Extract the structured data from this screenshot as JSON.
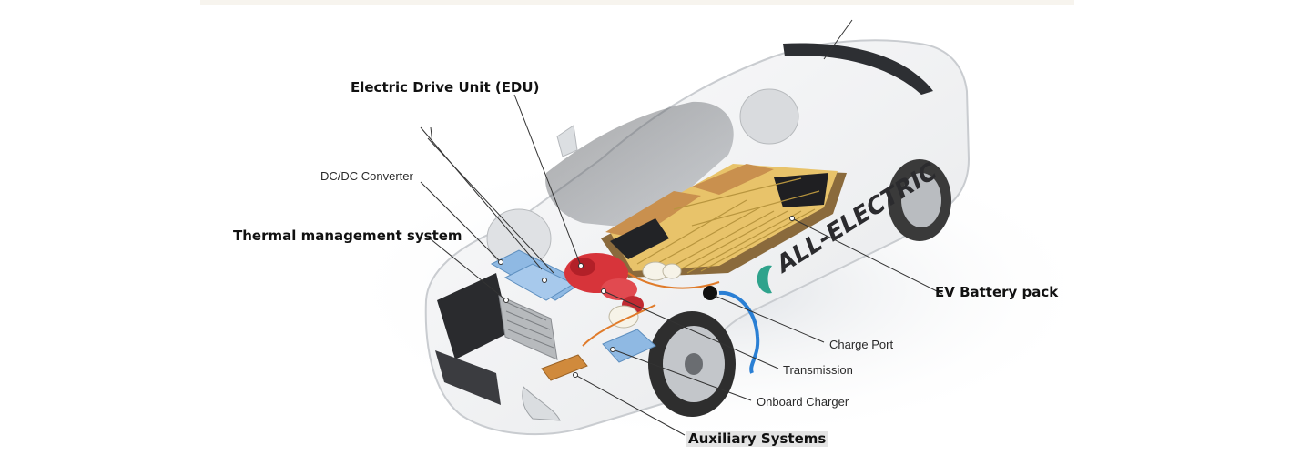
{
  "labels": {
    "edu": "Electric Drive Unit (EDU)",
    "dcdc": "DC/DC Converter",
    "thermal": "Thermal management system",
    "battery": "EV Battery pack",
    "charge_port": "Charge Port",
    "transmission": "Transmission",
    "onboard_charger": "Onboard Charger",
    "auxiliary": "Auxiliary Systems"
  },
  "car_side_text": "ALL-ELECTRIC",
  "colors": {
    "body": "#f4f5f6",
    "outline": "#c9ccd0",
    "battery_yellow": "#e8c36a",
    "battery_tan": "#c9904e",
    "dcdc_blue": "#8fb9e3",
    "edu_red": "#d7343a",
    "cable_blue": "#2a7fd4",
    "leader": "#333333"
  }
}
